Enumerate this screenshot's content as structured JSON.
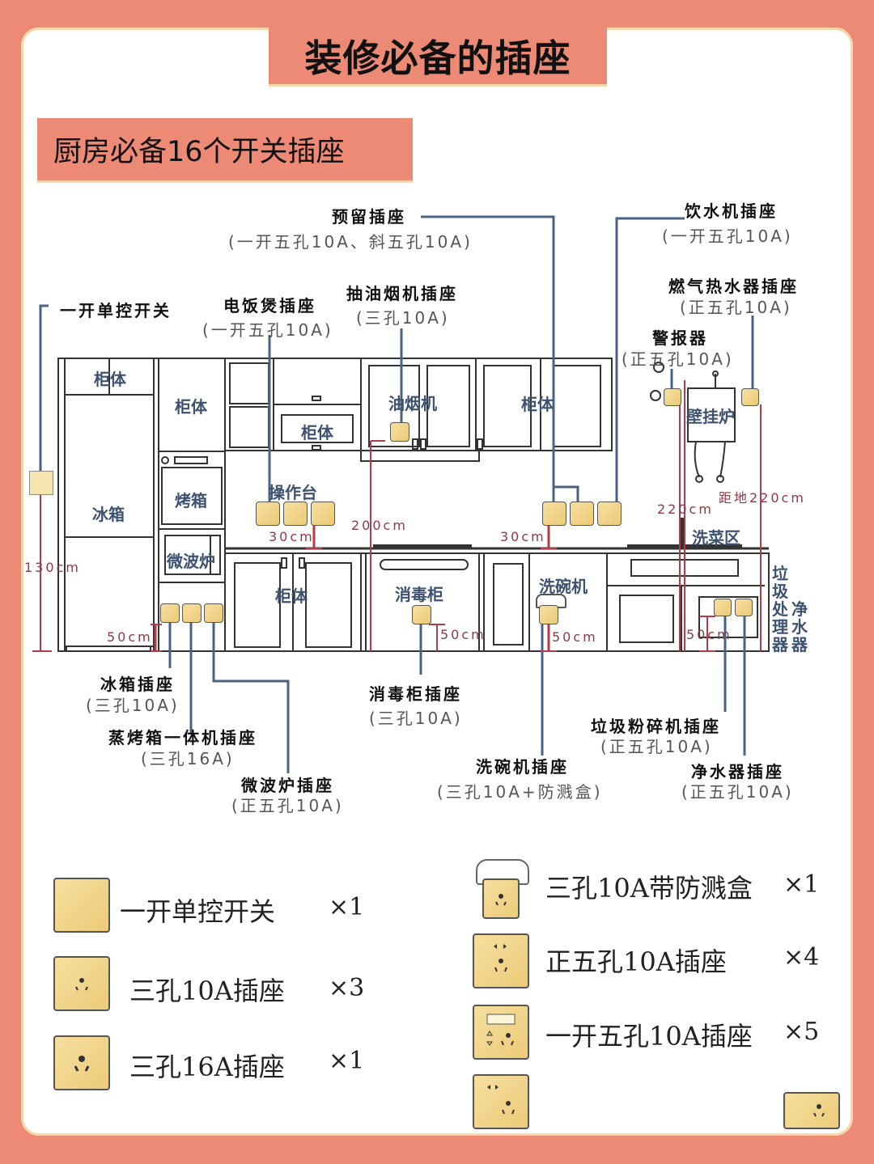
{
  "header": {
    "title": "装修必备的插座",
    "subtitle": "厨房必备16个开关插座"
  },
  "colors": {
    "background": "#ec8a76",
    "card": "#ffffff",
    "leader_line": "#4a6382",
    "dimension_line": "#b53a4a",
    "socket_plate": "#f0d488",
    "zone_text": "#3d5270"
  },
  "callouts": [
    {
      "id": "reserved",
      "name": "预留插座",
      "spec": "(一开五孔10A、斜五孔10A)"
    },
    {
      "id": "water-dispenser",
      "name": "饮水机插座",
      "spec": "(一开五孔10A)"
    },
    {
      "id": "switch",
      "name": "一开单控开关",
      "spec": ""
    },
    {
      "id": "rice-cooker",
      "name": "电饭煲插座",
      "spec": "(一开五孔10A)"
    },
    {
      "id": "range-hood",
      "name": "抽油烟机插座",
      "spec": "(三孔10A)"
    },
    {
      "id": "gas-heater",
      "name": "燃气热水器插座",
      "spec": "(正五孔10A)"
    },
    {
      "id": "alarm",
      "name": "警报器",
      "spec": "(正五孔10A)"
    },
    {
      "id": "fridge",
      "name": "冰箱插座",
      "spec": "(三孔10A)"
    },
    {
      "id": "steam-oven",
      "name": "蒸烤箱一体机插座",
      "spec": "(三孔16A)"
    },
    {
      "id": "microwave",
      "name": "微波炉插座",
      "spec": "(正五孔10A)"
    },
    {
      "id": "disinfection",
      "name": "消毒柜插座",
      "spec": "(三孔10A)"
    },
    {
      "id": "dishwasher",
      "name": "洗碗机插座",
      "spec": "(三孔10A+防溅盒)"
    },
    {
      "id": "garbage-disposer",
      "name": "垃圾粉碎机插座",
      "spec": "(正五孔10A)"
    },
    {
      "id": "water-purifier",
      "name": "净水器插座",
      "spec": "(正五孔10A)"
    }
  ],
  "zones": {
    "cabinet": "柜体",
    "fridge": "冰箱",
    "oven": "烤箱",
    "microwave": "微波炉",
    "worktop": "操作台",
    "range_hood": "油烟机",
    "disinfection": "消毒柜",
    "dishwasher": "洗碗机",
    "boiler": "壁挂炉",
    "sink": "洗菜区",
    "garbage_disposer": "垃圾处理器",
    "purifier": "净水器"
  },
  "measurements": {
    "switch_height": "130cm",
    "fridge_socket": "50cm",
    "worktop_left": "30cm",
    "hood_height": "200cm",
    "worktop_right": "30cm",
    "disinfection": "50cm",
    "dishwasher": "50cm",
    "boiler_left": "220cm",
    "boiler_right": "距地220cm",
    "sink_under": "50cm"
  },
  "legend": [
    {
      "icon": "single-switch",
      "label": "一开单控开关",
      "count": "×1"
    },
    {
      "icon": "three-pin-10a",
      "label": "三孔10A插座",
      "count": "×3"
    },
    {
      "icon": "three-pin-16a",
      "label": "三孔16A插座",
      "count": "×1"
    },
    {
      "icon": "three-pin-splash",
      "label": "三孔10A带防溅盒",
      "count": "×1"
    },
    {
      "icon": "five-pin",
      "label": "正五孔10A插座",
      "count": "×4"
    },
    {
      "icon": "switched-five-pin",
      "label": "一开五孔10A插座",
      "count": "×5"
    }
  ]
}
